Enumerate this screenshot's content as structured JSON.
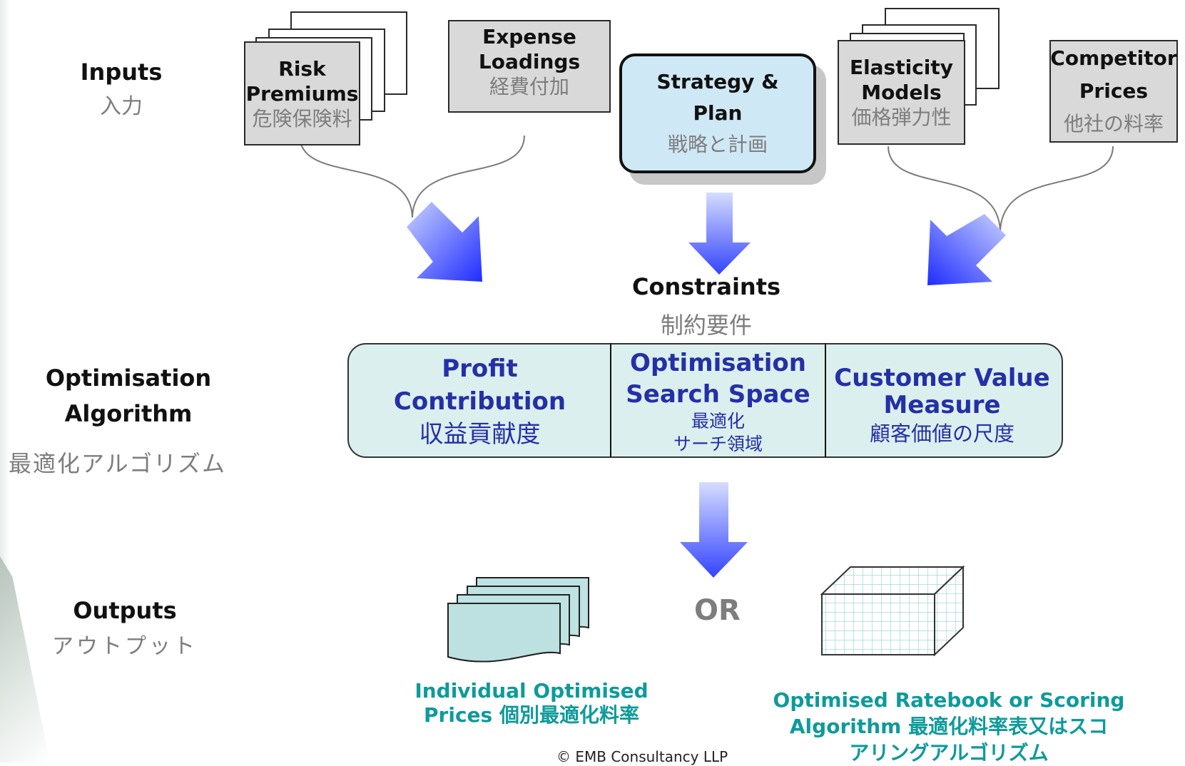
{
  "labels": {
    "inputs_en": "Inputs",
    "inputs_jp": "入力",
    "algo_en_1": "Optimisation",
    "algo_en_2": "Algorithm",
    "algo_jp": "最適化アルゴリズム",
    "outputs_en": "Outputs",
    "outputs_jp": "アウトプット"
  },
  "inputs": {
    "risk": {
      "en1": "Risk",
      "en2": "Premiums",
      "jp": "危険保険料"
    },
    "expense": {
      "en1": "Expense",
      "en2": "Loadings",
      "jp": "経費付加"
    },
    "strategy": {
      "en1": "Strategy &",
      "en2": "Plan",
      "jp": "戦略と計画"
    },
    "elasticity": {
      "en1": "Elasticity",
      "en2": "Models",
      "jp": "価格弾力性"
    },
    "competitor": {
      "en1": "Competitor",
      "en2": "Prices",
      "jp": "他社の料率"
    }
  },
  "constraints": {
    "en": "Constraints",
    "jp": "制約要件"
  },
  "algorithm": {
    "profit": {
      "en1": "Profit",
      "en2": "Contribution",
      "jp": "収益貢献度"
    },
    "search": {
      "en1": "Optimisation",
      "en2": "Search Space",
      "jp1": "最適化",
      "jp2": "サーチ領域"
    },
    "customer": {
      "en1": "Customer Value",
      "en2": "Measure",
      "jp": "顧客価値の尺度"
    }
  },
  "outputs": {
    "or": "OR",
    "individual": {
      "line1": "Individual Optimised",
      "line2": "Prices  個別最適化料率"
    },
    "ratebook": {
      "line1": "Optimised Ratebook or Scoring",
      "line2": "Algorithm  最適化料率表又はスコ",
      "line3": "アリングアルゴリズム"
    }
  },
  "footer": {
    "copyright": "© EMB Consultancy LLP"
  },
  "colors": {
    "box_blue": "#cfe8f6",
    "algo_fill": "#dcefef",
    "algo_text": "#2430a6",
    "output_text": "#0f9a9a",
    "arrow_start": "#c9d6ff",
    "arrow_end": "#1f2cff",
    "input_gray": "#d9d9d9"
  }
}
